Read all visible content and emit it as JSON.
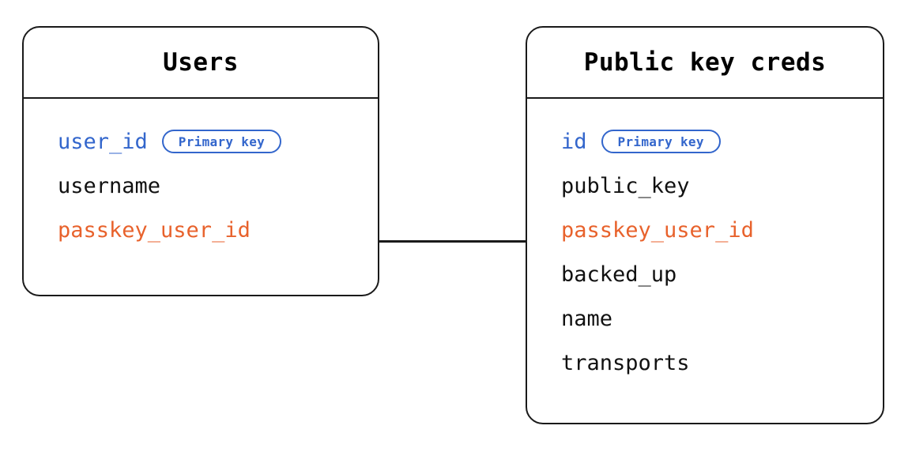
{
  "diagram": {
    "type": "entity-relationship-diagram",
    "background_color": "#ffffff",
    "colors": {
      "primary_key": "#3366cc",
      "foreign_key": "#e8622c",
      "text": "#111111",
      "border": "#1a1a1a"
    }
  },
  "entities": [
    {
      "id": "users",
      "title": "Users",
      "fields": [
        {
          "name": "user_id",
          "role": "pk",
          "badge": "Primary key"
        },
        {
          "name": "username",
          "role": "plain",
          "badge": null
        },
        {
          "name": "passkey_user_id",
          "role": "fk",
          "badge": null
        }
      ]
    },
    {
      "id": "public_key_creds",
      "title": "Public key creds",
      "fields": [
        {
          "name": "id",
          "role": "pk",
          "badge": "Primary key"
        },
        {
          "name": "public_key",
          "role": "plain",
          "badge": null
        },
        {
          "name": "passkey_user_id",
          "role": "fk",
          "badge": null
        },
        {
          "name": "backed_up",
          "role": "plain",
          "badge": null
        },
        {
          "name": "name",
          "role": "plain",
          "badge": null
        },
        {
          "name": "transports",
          "role": "plain",
          "badge": null
        }
      ]
    }
  ],
  "relationships": [
    {
      "id": "users-to-creds",
      "from_entity": "users",
      "from_field": "passkey_user_id",
      "to_entity": "public_key_creds",
      "to_field": "passkey_user_id",
      "style": "solid-line"
    }
  ]
}
